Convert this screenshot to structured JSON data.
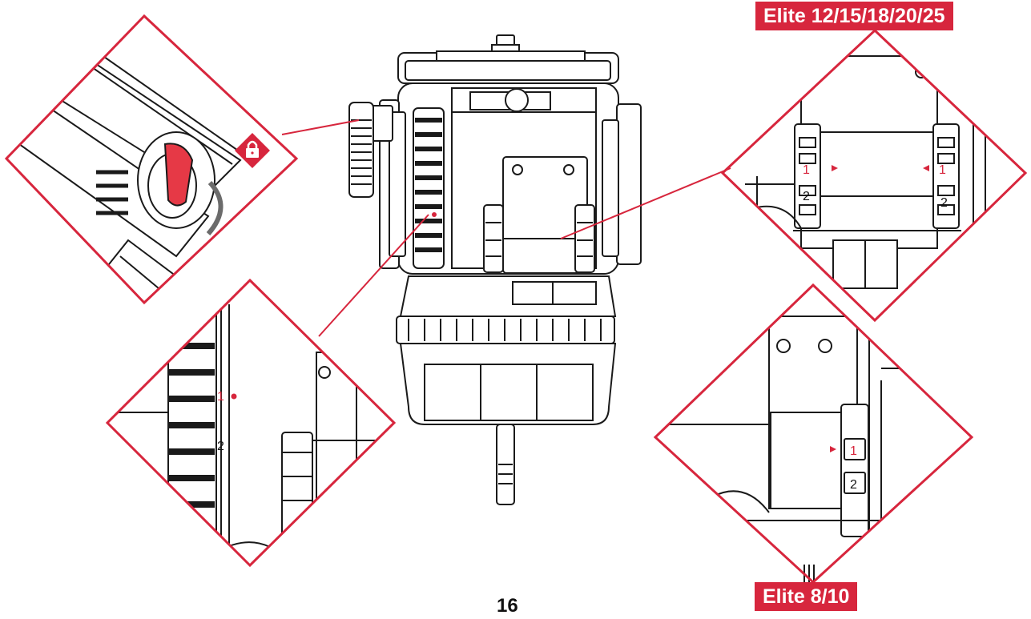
{
  "labels": {
    "elite_large": "Elite 12/15/18/20/25",
    "elite_small": "Elite 8/10"
  },
  "page_number": "16",
  "callouts": {
    "marker_one": "1",
    "marker_two": "2"
  },
  "icons": {
    "lock": "lock-icon"
  },
  "colors": {
    "accent": "#d7263d",
    "line": "#1a1a1a",
    "background": "#ffffff"
  }
}
